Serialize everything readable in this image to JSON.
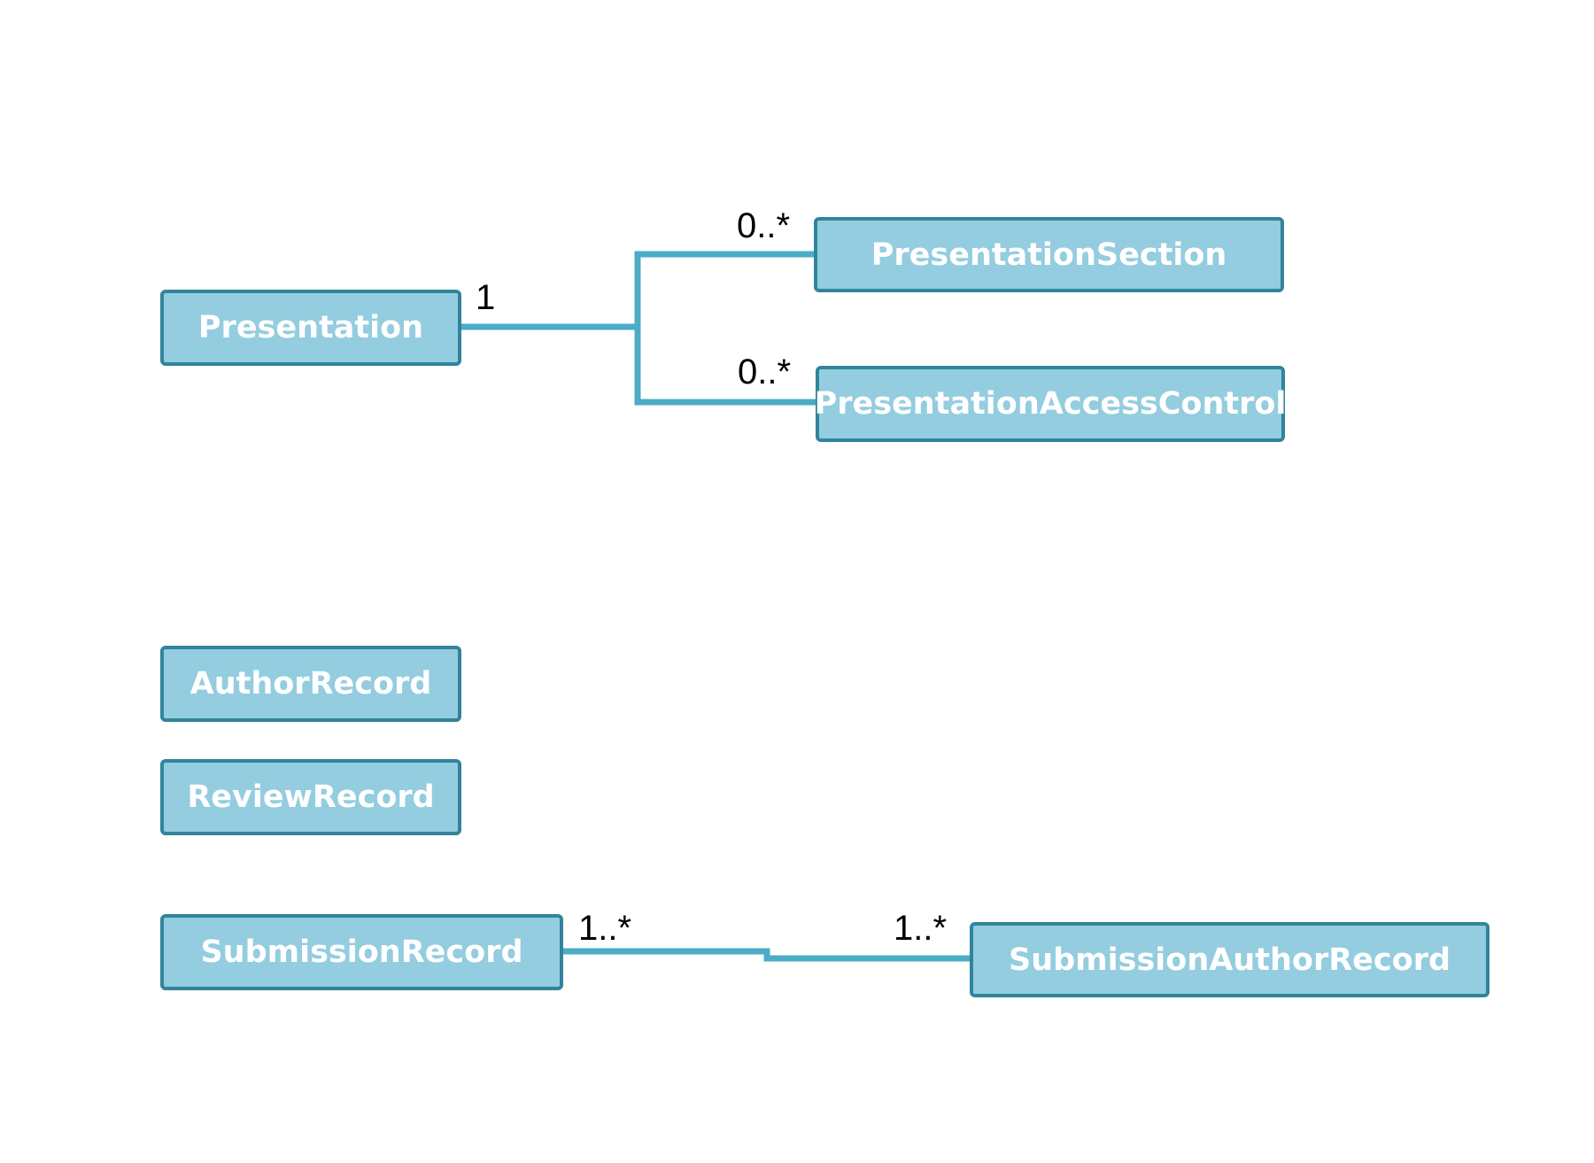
{
  "diagram": {
    "line_color": "#4bacc6",
    "box_fill": "#93cddf",
    "box_border": "#31849b",
    "entities": {
      "presentation": "Presentation",
      "presentation_section": "PresentationSection",
      "presentation_access_control": "PresentationAccessControl",
      "author_record": "AuthorRecord",
      "review_record": "ReviewRecord",
      "submission_record": "SubmissionRecord",
      "submission_author_record": "SubmissionAuthorRecord"
    },
    "multiplicities": {
      "presentation_one": "1",
      "section_many": "0..*",
      "access_control_many": "0..*",
      "submission_many": "1..*",
      "submission_author_many": "1..*"
    }
  }
}
